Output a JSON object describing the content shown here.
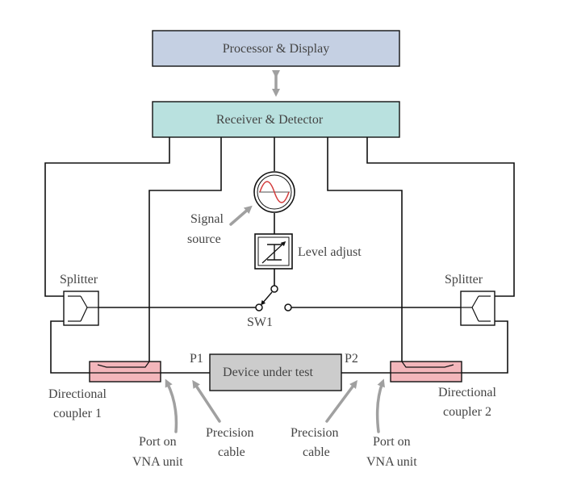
{
  "colors": {
    "processor_fill": "#c5d0e3",
    "receiver_fill": "#b9e1df",
    "coupler_fill": "#f3b6bb",
    "dut_fill": "#cccccc",
    "line": "#111111",
    "pointer_arrow": "#a0a0a0",
    "sine_wave": "#d33b3b",
    "text": "#444444"
  },
  "blocks": {
    "processor": "Processor & Display",
    "receiver": "Receiver & Detector",
    "dut": "Device under test"
  },
  "labels": {
    "signal_source": [
      "Signal",
      "source"
    ],
    "level_adjust": "Level adjust",
    "sw1": "SW1",
    "splitter_left": "Splitter",
    "splitter_right": "Splitter",
    "p1": "P1",
    "p2": "P2",
    "coupler_1": [
      "Directional",
      "coupler 1"
    ],
    "coupler_2": [
      "Directional",
      "coupler 2"
    ],
    "port_left": [
      "Port on",
      "VNA unit"
    ],
    "port_right": [
      "Port on",
      "VNA unit"
    ],
    "cable_left": [
      "Precision",
      "cable"
    ],
    "cable_right": [
      "Precision",
      "cable"
    ]
  },
  "icons": {
    "source": "sine-wave-source-icon",
    "attenuator": "variable-attenuator-icon",
    "switch": "spdt-switch-icon",
    "splitter": "splitter-icon",
    "coupler": "directional-coupler-icon"
  }
}
